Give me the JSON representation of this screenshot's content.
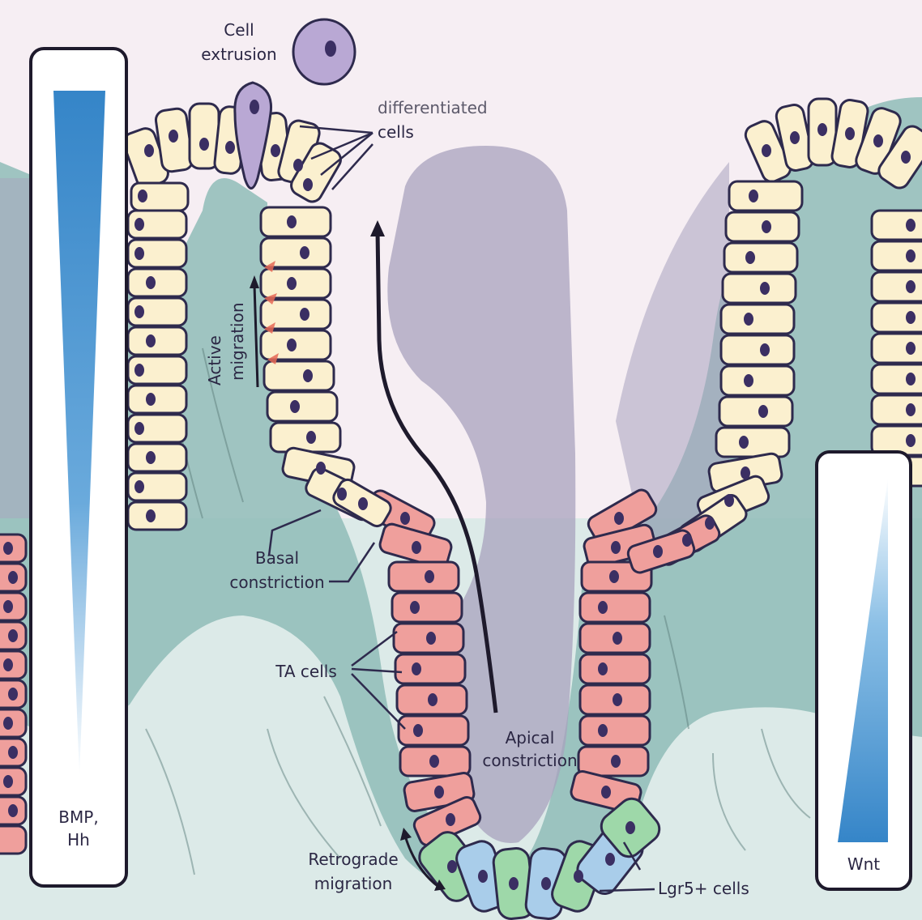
{
  "labels": {
    "cell_extrusion_1": "Cell",
    "cell_extrusion_2": "extrusion",
    "differentiated_1": "differentiated",
    "differentiated_2": "cells",
    "active_migration_1": "Active",
    "active_migration_2": "migration",
    "basal_constriction_1": "Basal",
    "basal_constriction_2": "constriction",
    "ta_cells": "TA cells",
    "apical_constriction_1": "Apical",
    "apical_constriction_2": "constriction",
    "retrograde_1": "Retrograde",
    "retrograde_2": "migration",
    "lgr5": "Lgr5+ cells",
    "bmp_1": "BMP,",
    "bmp_2": "Hh",
    "wnt": "Wnt"
  },
  "colors": {
    "background": "#f6eef3",
    "mesenchyme": "#8fbcb7",
    "lumen": "#a8a2bd",
    "differentiated_cell": "#fbf0cf",
    "ta_cell": "#ef9f9c",
    "lgr5_green": "#9ed8a9",
    "lgr5_blue": "#a9cdea",
    "extruded_cell": "#b9a8d4",
    "nucleus": "#3b2f63",
    "outline": "#2e2a4d",
    "gradient_dark": "#3585c8",
    "gradient_light": "#dcebf7"
  }
}
